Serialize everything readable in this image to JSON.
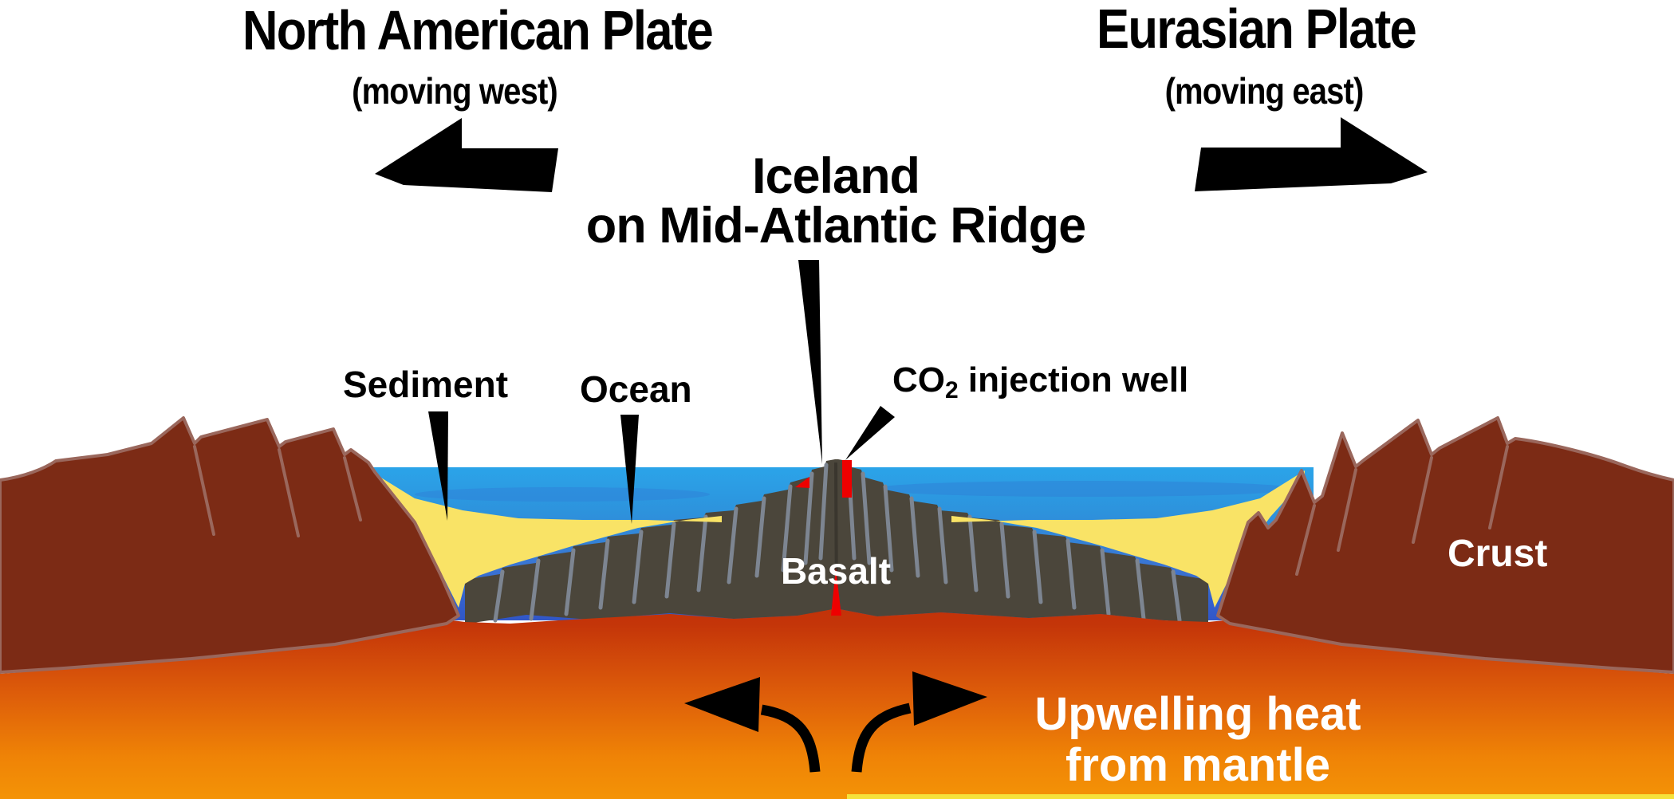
{
  "plates": {
    "left": {
      "name": "North American Plate",
      "direction": "(moving west)"
    },
    "right": {
      "name": "Eurasian Plate",
      "direction": "(moving east)"
    }
  },
  "title": {
    "line1": "Iceland",
    "line2": "on Mid-Atlantic Ridge"
  },
  "labels": {
    "sediment": "Sediment",
    "ocean": "Ocean",
    "co2_prefix": "CO",
    "co2_sub": "2",
    "co2_suffix": " injection well",
    "basalt": "Basalt",
    "crust": "Crust",
    "upwelling_line1": "Upwelling heat",
    "upwelling_line2": "from mantle"
  },
  "icons": {
    "left_plate_arrow": "arrow-left",
    "right_plate_arrow": "arrow-right",
    "upwelling_arrows": "diverging-curved-arrows",
    "pointers": "tapered-callout-wedges"
  },
  "colors": {
    "sky": "#ffffff",
    "crust": "#7c2b15",
    "crust_outline": "#9a675c",
    "ocean_top": "#2ba4e9",
    "ocean_mid": "#3a74d3",
    "ocean_deep": "#3156c8",
    "sediment": "#f9e366",
    "basalt": "#4b463b",
    "basalt_line": "#7d8591",
    "mantle_top": "#bf2f08",
    "mantle_mid": "#dd5c0a",
    "mantle_bottom": "#f49306",
    "well_red": "#ee0000",
    "arrow_black": "#000000",
    "bottom_strip": "#f5e23b"
  }
}
